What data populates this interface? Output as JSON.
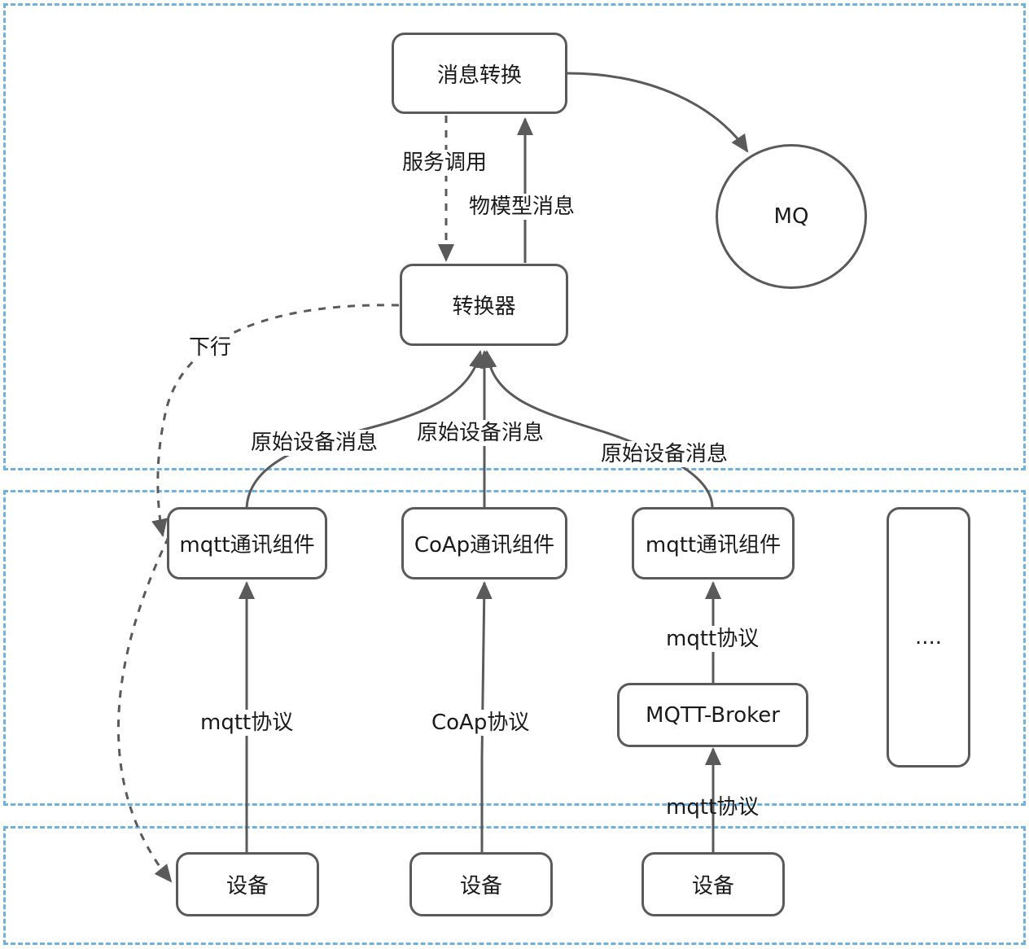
{
  "nodes": {
    "msg_convert": "消息转换",
    "mq": "MQ",
    "converter": "转换器",
    "mqtt_comp_1": "mqtt通讯组件",
    "coap_comp": "CoAp通讯组件",
    "mqtt_comp_2": "mqtt通讯组件",
    "more": "....",
    "broker": "MQTT-Broker",
    "device_1": "设备",
    "device_2": "设备",
    "device_3": "设备"
  },
  "edges": {
    "service_call": "服务调用",
    "thing_model_msg": "物模型消息",
    "downlink": "下行",
    "raw_msg_1": "原始设备消息",
    "raw_msg_2": "原始设备消息",
    "raw_msg_3": "原始设备消息",
    "mqtt_protocol_1": "mqtt协议",
    "coap_protocol": "CoAp协议",
    "mqtt_protocol_2": "mqtt协议",
    "mqtt_protocol_3": "mqtt协议"
  },
  "colors": {
    "zone_border": "#6fb2e2",
    "node_border": "#5a5a5a",
    "edge": "#5a5a5a"
  }
}
